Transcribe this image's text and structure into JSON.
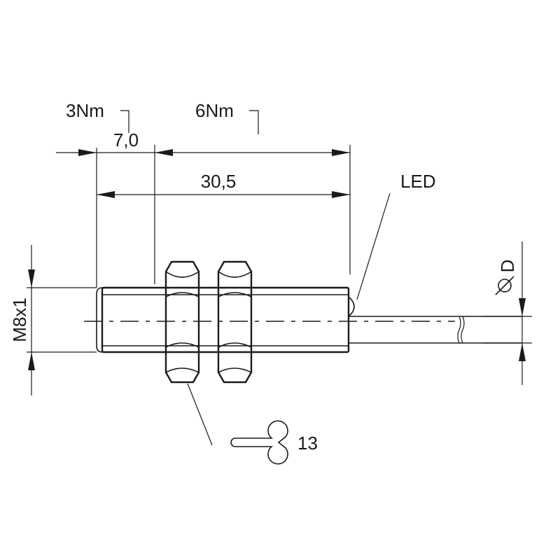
{
  "labels": {
    "torque_front": "3Nm",
    "torque_rear": "6Nm",
    "dim_front": "7,0",
    "dim_length": "30,5",
    "led": "LED",
    "thread": "M8x1",
    "diameter_symbol": "Ø",
    "diameter": "D",
    "wrench_size": "13"
  },
  "icons": {
    "wrench": "open-end-wrench-icon",
    "diameter": "diameter-symbol-icon"
  },
  "colors": {
    "line": "#1a1a1a",
    "background": "#ffffff"
  }
}
